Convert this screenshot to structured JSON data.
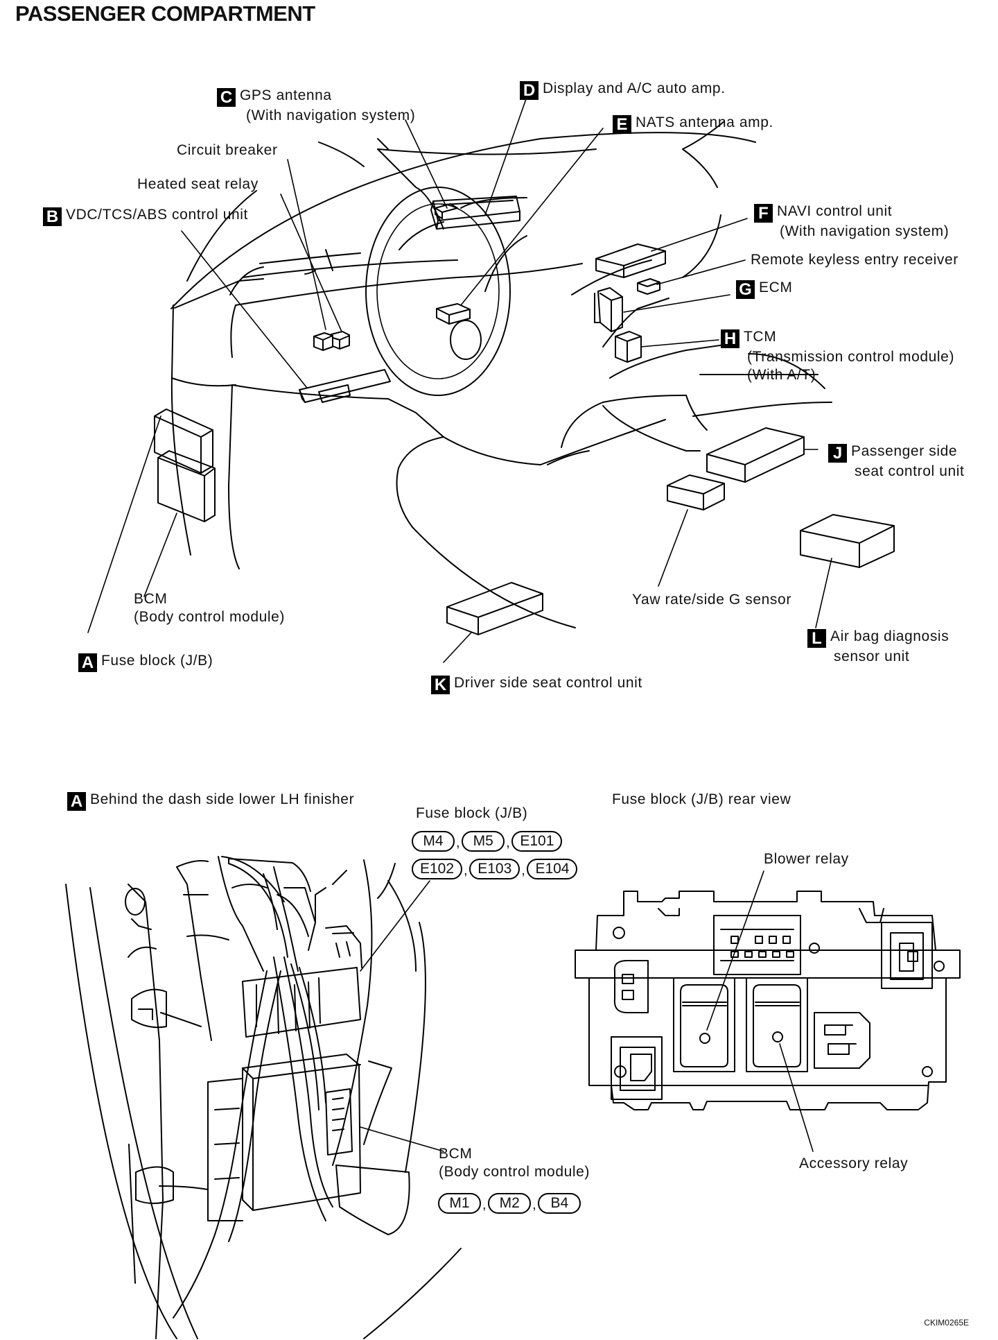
{
  "title": "PASSENGER COMPARTMENT",
  "labels": {
    "C": {
      "badge": "C",
      "lines": [
        "GPS antenna",
        "(With navigation system)"
      ]
    },
    "D": {
      "badge": "D",
      "lines": [
        "Display and A/C auto amp."
      ]
    },
    "E": {
      "badge": "E",
      "lines": [
        "NATS antenna amp."
      ]
    },
    "circuit_breaker": {
      "lines": [
        "Circuit breaker"
      ]
    },
    "heated_seat_relay": {
      "lines": [
        "Heated seat relay"
      ]
    },
    "B": {
      "badge": "B",
      "lines": [
        "VDC/TCS/ABS control unit"
      ]
    },
    "F": {
      "badge": "F",
      "lines": [
        "NAVI control unit",
        "(With navigation system)"
      ]
    },
    "remote_keyless": {
      "lines": [
        "Remote keyless entry receiver"
      ]
    },
    "G": {
      "badge": "G",
      "lines": [
        "ECM"
      ]
    },
    "H": {
      "badge": "H",
      "lines": [
        "TCM",
        "(Transmission control module)",
        "(With A/T)"
      ]
    },
    "J": {
      "badge": "J",
      "lines": [
        "Passenger side",
        "seat control unit"
      ]
    },
    "yaw": {
      "lines": [
        "Yaw rate/side G sensor"
      ]
    },
    "L": {
      "badge": "L",
      "lines": [
        "Air bag diagnosis",
        "sensor unit"
      ]
    },
    "bcm_top": {
      "lines": [
        "BCM",
        "(Body control module)"
      ]
    },
    "A": {
      "badge": "A",
      "lines": [
        "Fuse block (J/B)"
      ]
    },
    "K": {
      "badge": "K",
      "lines": [
        "Driver side seat control unit"
      ]
    }
  },
  "detail_left": {
    "badge": "A",
    "caption": "Behind the dash side lower LH finisher",
    "fuse_block_label": "Fuse block (J/B)",
    "fuse_connectors_row1": [
      "M4",
      "M5",
      "E101"
    ],
    "fuse_connectors_row2": [
      "E102",
      "E103",
      "E104"
    ],
    "bcm_lines": [
      "BCM",
      "(Body control module)"
    ],
    "bcm_connectors": [
      "M1",
      "M2",
      "B4"
    ]
  },
  "detail_right": {
    "caption": "Fuse block (J/B) rear view",
    "blower_relay": "Blower relay",
    "accessory_relay": "Accessory relay"
  },
  "separator": ",",
  "reference_code": "CKIM0265E"
}
